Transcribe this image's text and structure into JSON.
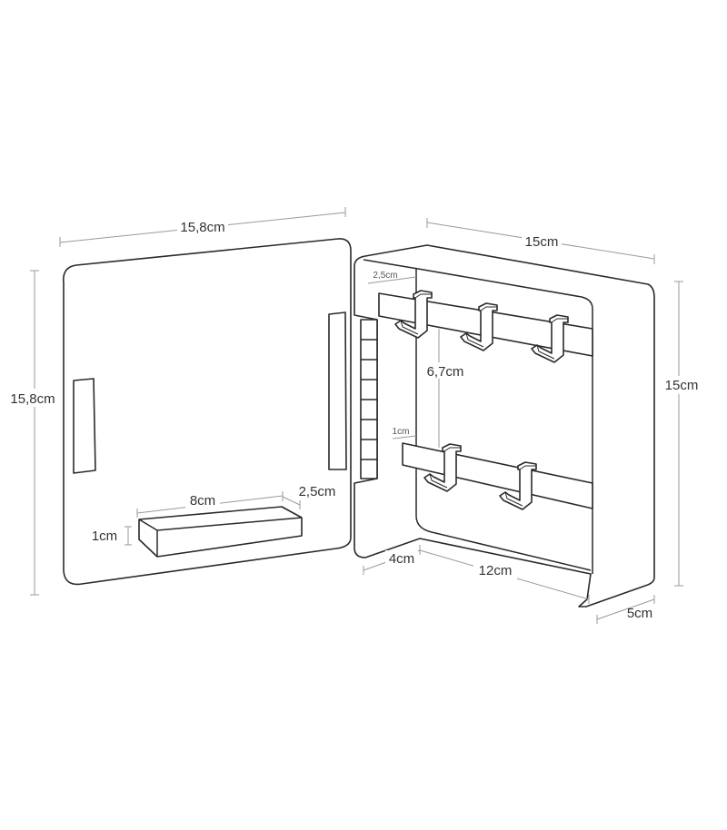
{
  "dimensions": {
    "door_width": "15,8cm",
    "door_height": "15,8cm",
    "tray_length": "8cm",
    "tray_depth": "2,5cm",
    "tray_height": "1cm",
    "cabinet_width": "15cm",
    "cabinet_height": "15cm",
    "cabinet_depth": "5cm",
    "hook_offset": "2,5cm",
    "rail_spacing": "6,7cm",
    "rail_offset": "1cm",
    "bottom_left": "4cm",
    "bottom_width": "12cm"
  }
}
